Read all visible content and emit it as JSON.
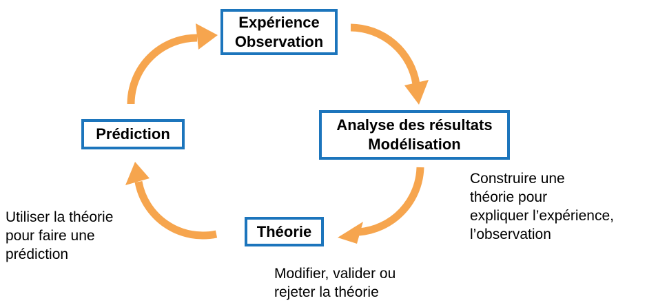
{
  "diagram": {
    "nodes": {
      "experience": {
        "label": "Expérience\nObservation"
      },
      "analyse": {
        "label": "Analyse des résultats\nModélisation"
      },
      "theorie": {
        "label": "Théorie"
      },
      "prediction": {
        "label": "Prédiction"
      }
    },
    "annotations": {
      "construire": {
        "text": "Construire une\nthéorie pour\nexpliquer l’expérience,\nl’observation"
      },
      "modifier": {
        "text": "Modifier, valider ou\nrejeter la théorie"
      },
      "utiliser": {
        "text": "Utiliser la théorie\npour faire une\nprédiction"
      }
    },
    "arrows": [
      {
        "from": "prediction",
        "to": "experience"
      },
      {
        "from": "experience",
        "to": "analyse"
      },
      {
        "from": "analyse",
        "to": "theorie"
      },
      {
        "from": "theorie",
        "to": "prediction"
      }
    ],
    "colors": {
      "arrow_orange": "#F6A54E",
      "box_border_blue": "#1C75BC",
      "text": "#000000",
      "background": "#FFFFFF"
    }
  }
}
